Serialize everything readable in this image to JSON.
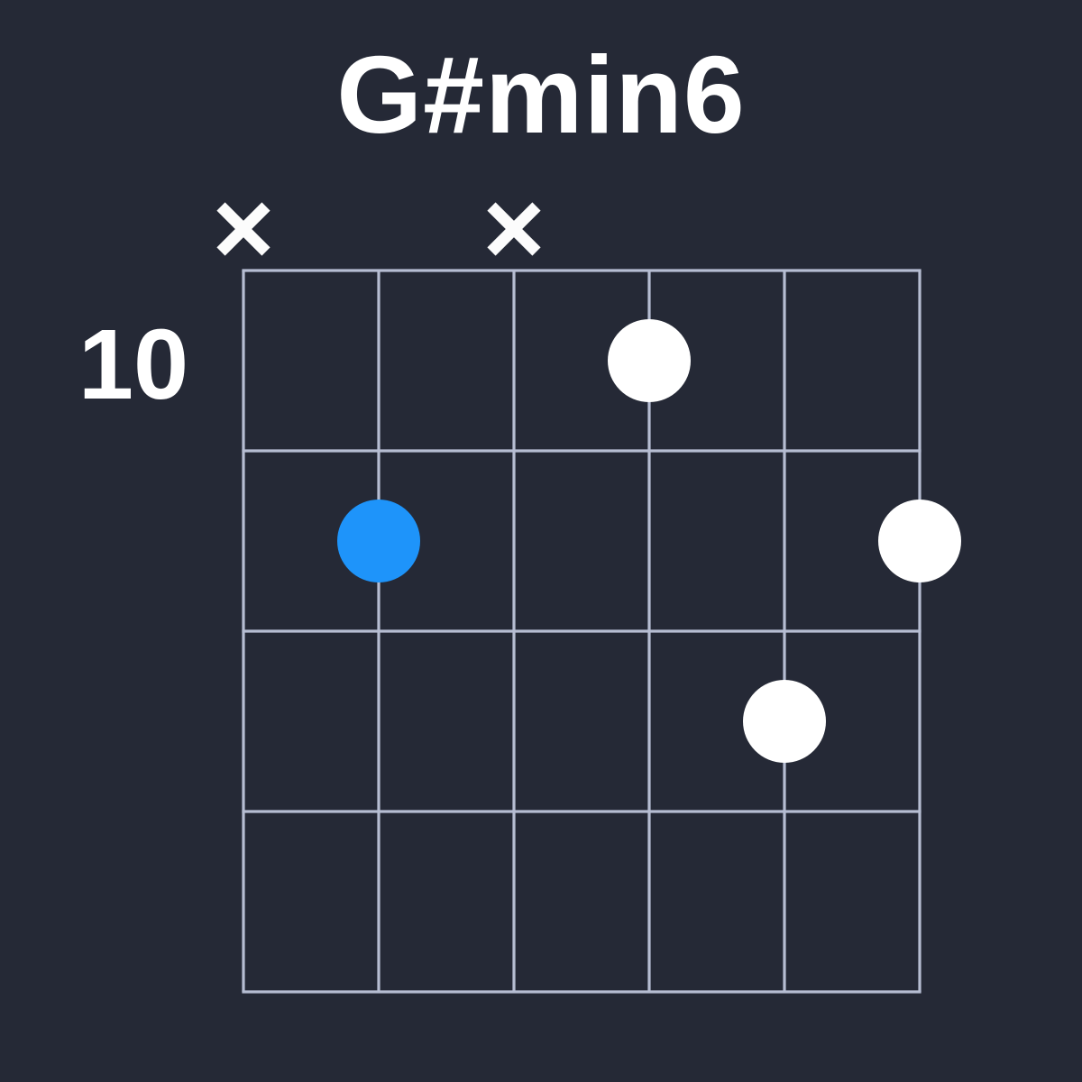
{
  "title": "G#min6",
  "colors": {
    "background": "#252936",
    "grid_line": "#b6bdd2",
    "root_dot": "#1e94fa",
    "note_dot": "#ffffff",
    "muted_mark": "#fcfcfc",
    "text": "#ffffff"
  },
  "diagram": {
    "base_fret_label": "10",
    "num_strings": 6,
    "num_frets": 4,
    "muted_strings": [
      1,
      3
    ],
    "notes": [
      {
        "string": 4,
        "fret": 1,
        "role": "note"
      },
      {
        "string": 2,
        "fret": 2,
        "role": "root"
      },
      {
        "string": 6,
        "fret": 2,
        "role": "note"
      },
      {
        "string": 5,
        "fret": 3,
        "role": "note"
      }
    ]
  }
}
